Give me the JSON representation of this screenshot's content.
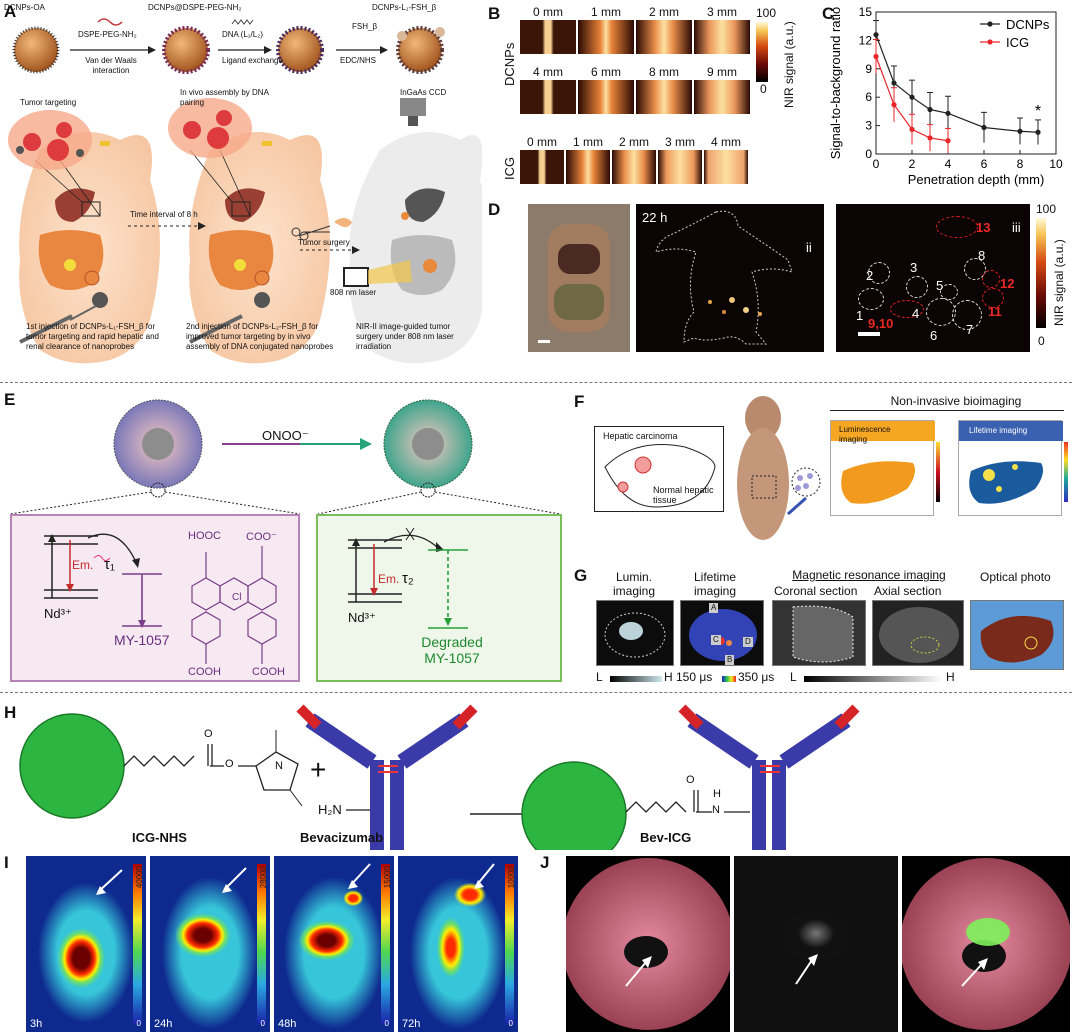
{
  "panels": {
    "A": "A",
    "B": "B",
    "C": "C",
    "D": "D",
    "E": "E",
    "F": "F",
    "G": "G",
    "H": "H",
    "I": "I",
    "J": "J"
  },
  "A": {
    "np1": "DCNPs-OA",
    "np2": "DCNPs@DSPE-PEG-NH₂",
    "np3": "DCNPs-L₁-FSH_β",
    "step1_top": "DSPE-PEG-NH₂",
    "step1_bottom": "Van der Waals interaction",
    "step2_top": "DNA (L₁/L₂)",
    "step2_bottom": "Ligand exchange",
    "step3_top": "FSH_β",
    "step3_bottom": "EDC/NHS",
    "tumor_targeting": "Tumor targeting",
    "in_vivo_assembly": "In vivo assembly by DNA pairing",
    "ingaas": "InGaAs CCD",
    "time_interval": "Time interval of 8 h",
    "tumor_surgery": "Tumor surgery",
    "laser": "808 nm laser",
    "cap1": "1st injection of DCNPs-L₁-FSH_β for tumor targeting and rapid hepatic and renal clearance of nanoprobes",
    "cap2": "2nd injection of DCNPs-L₂-FSH_β for improved tumor targeting by in vivo assembly of DNA conjugated nanoprobes",
    "cap3": "NIR-II image-guided tumor surgery under 808 nm laser irradiation"
  },
  "B": {
    "row_dcnps": "DCNPs",
    "row_icg": "ICG",
    "dcnp_depths_1": [
      "0 mm",
      "1 mm",
      "2 mm",
      "3 mm"
    ],
    "dcnp_depths_2": [
      "4 mm",
      "6 mm",
      "8 mm",
      "9 mm"
    ],
    "icg_depths": [
      "0 mm",
      "1 mm",
      "2 mm",
      "3 mm",
      "4 mm"
    ],
    "cbar_max": "100",
    "cbar_min": "0",
    "cbar_label": "NIR signal (a.u.)"
  },
  "D": {
    "time": "22 h",
    "sub_ii": "ii",
    "sub_iii": "iii",
    "cbar_max": "100",
    "cbar_min": "0",
    "cbar_label": "NIR signal (a.u.)",
    "white_labels": [
      "1",
      "2",
      "3",
      "4",
      "5",
      "6",
      "7",
      "8"
    ],
    "red_labels": [
      "9,10",
      "11",
      "12",
      "13"
    ]
  },
  "E": {
    "trigger": "ONOO⁻",
    "em1": "Em.",
    "tau1": "τ₁",
    "em2": "Em.",
    "tau2": "τ₂",
    "nd_left": "Nd³⁺",
    "nd_right": "Nd³⁺",
    "dye": "MY-1057",
    "degraded": "Degraded MY-1057",
    "hooc": "HOOC",
    "coo": "COO⁻",
    "cooh1": "COOH",
    "cooh2": "COOH",
    "cl": "Cl"
  },
  "F": {
    "title": "Non-invasive bioimaging",
    "hepatic": "Hepatic carcinoma",
    "normal": "Normal hepatic tissue",
    "lum": "Luminescence imaging",
    "lifetime": "Lifetime imaging"
  },
  "G": {
    "lumin": "Lumin. imaging",
    "lifetime": "Lifetime imaging",
    "mri": "Magnetic resonance imaging",
    "coronal": "Coronal section",
    "axial": "Axial section",
    "photo": "Optical photo",
    "L1": "L",
    "H1": "H",
    "L2": "L",
    "H2": "H",
    "t_min": "150 μs",
    "t_max": "350 μs",
    "spots": [
      "A",
      "B",
      "C",
      "D"
    ]
  },
  "H": {
    "icg_nhs": "ICG-NHS",
    "bev": "Bevacizumab",
    "bev_icg": "Bev-ICG",
    "plus": "+",
    "h2n": "H₂N",
    "o": "O",
    "n": "N",
    "h": "H"
  },
  "I": {
    "times": [
      "3h",
      "24h",
      "48h",
      "72h"
    ],
    "scales": [
      "40000",
      "28000",
      "15000",
      "10000"
    ],
    "zero": "0"
  },
  "chart_data": {
    "type": "line",
    "title": "",
    "xlabel": "Penetration depth (mm)",
    "ylabel": "Signal-to-background ratio",
    "xlim": [
      0,
      10
    ],
    "ylim": [
      0,
      15
    ],
    "xticks": [
      0,
      2,
      4,
      6,
      8,
      10
    ],
    "yticks": [
      0,
      3,
      6,
      9,
      12,
      15
    ],
    "legend": "top-right",
    "annotation": "*",
    "series": [
      {
        "name": "DCNPs",
        "color": "#222222",
        "x": [
          0,
          1,
          2,
          3,
          4,
          6,
          8,
          9
        ],
        "y": [
          12.6,
          7.5,
          6.0,
          4.7,
          4.3,
          2.8,
          2.4,
          2.3
        ],
        "err": [
          1.5,
          1.8,
          1.8,
          1.8,
          1.8,
          1.6,
          1.4,
          1.3
        ]
      },
      {
        "name": "ICG",
        "color": "#e8262a",
        "x": [
          0,
          1,
          2,
          3,
          4
        ],
        "y": [
          10.3,
          5.2,
          2.6,
          1.7,
          1.4
        ],
        "err": [
          1.8,
          1.8,
          1.6,
          1.4,
          1.3
        ]
      }
    ]
  }
}
